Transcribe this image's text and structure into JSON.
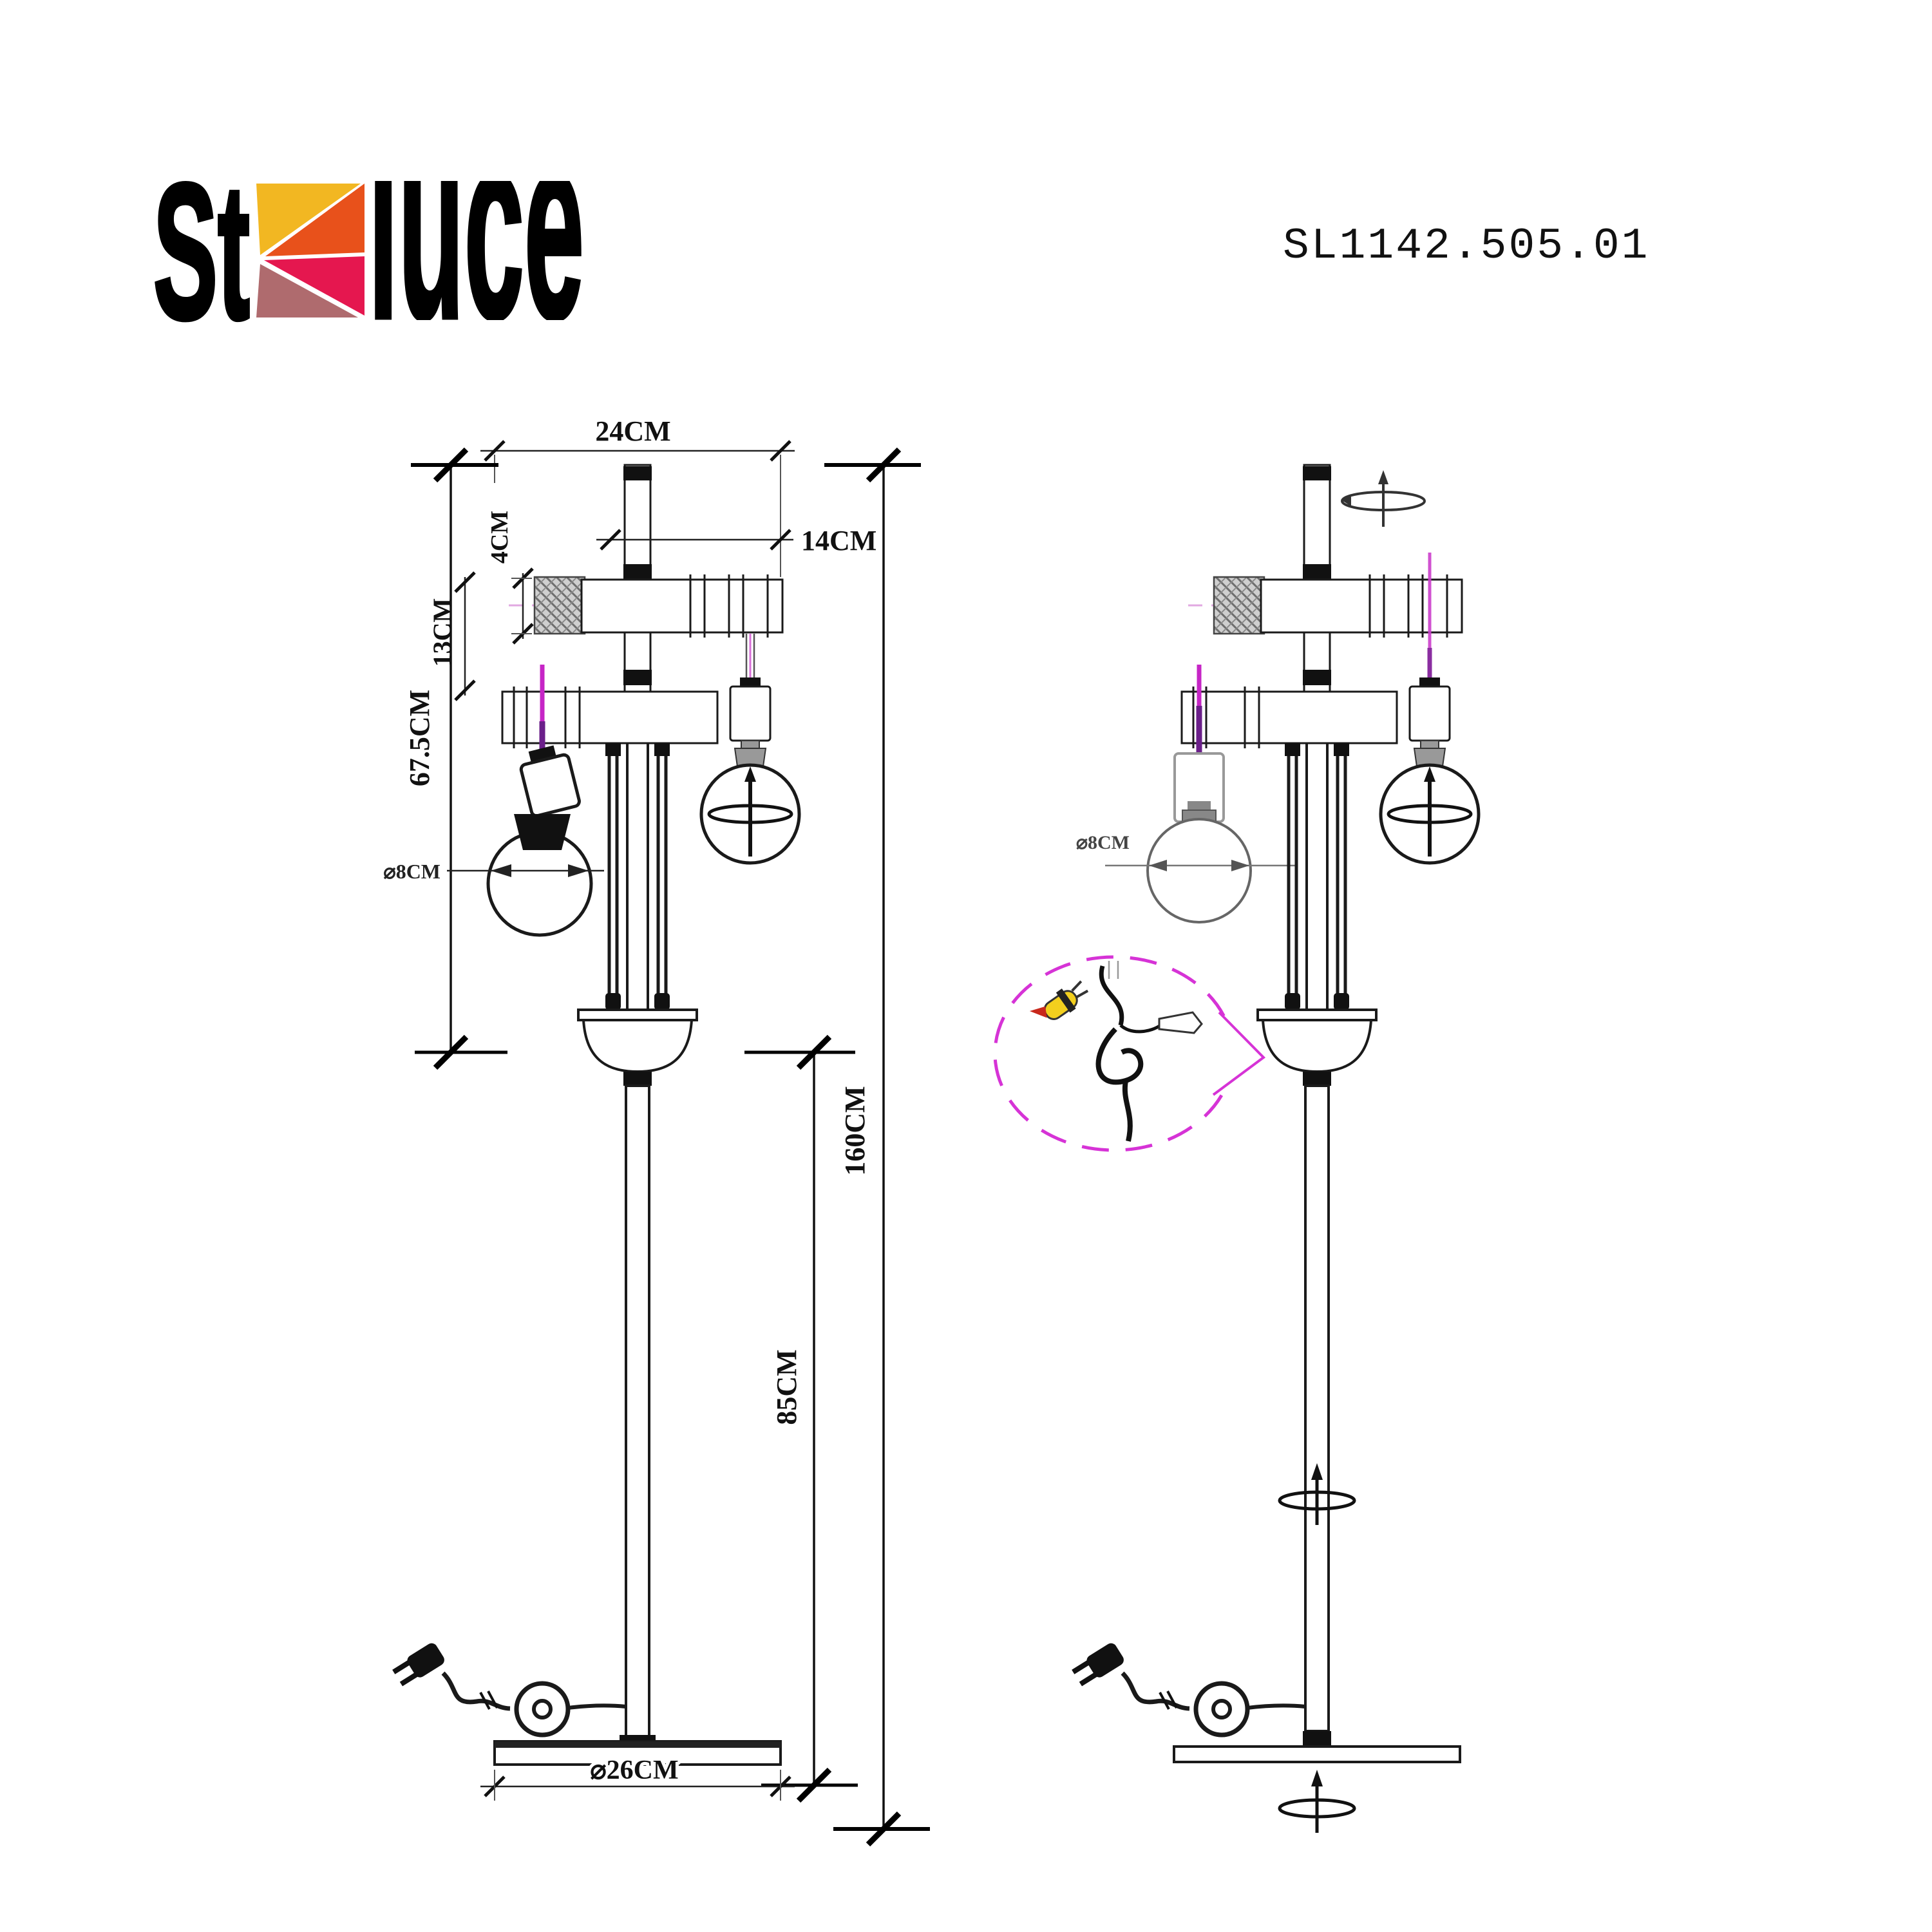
{
  "header": {
    "logo": {
      "prefix": "St",
      "suffix": "luce",
      "square_colors": {
        "yellow": "#F2B722",
        "orange": "#E8511B",
        "red": "#E5174F",
        "mauve": "#AF6B6E"
      }
    },
    "model_number": "SL1142.505.01"
  },
  "drawing": {
    "type": "technical-dimension-drawing",
    "views": 2,
    "colors": {
      "line": "#1a1a1a",
      "dimension": "#222222",
      "wire_magenta": "#c625c6",
      "wire_purple": "#6b1f8a",
      "callout_magenta": "#d633d6",
      "centerline_pink": "#dd99dd"
    },
    "left_view": {
      "labels": {
        "top_width": "24CM",
        "arm_length": "14CM",
        "knob_height": "4CM",
        "arm_spacing": "13CM",
        "upper_section_height": "67.5CM",
        "bulb_diameter": "⌀8CM",
        "total_height": "160CM",
        "lower_section_height": "85CM",
        "base_diameter": "⌀26CM"
      }
    },
    "right_view": {
      "labels": {
        "bulb_diameter": "⌀8CM"
      }
    }
  }
}
